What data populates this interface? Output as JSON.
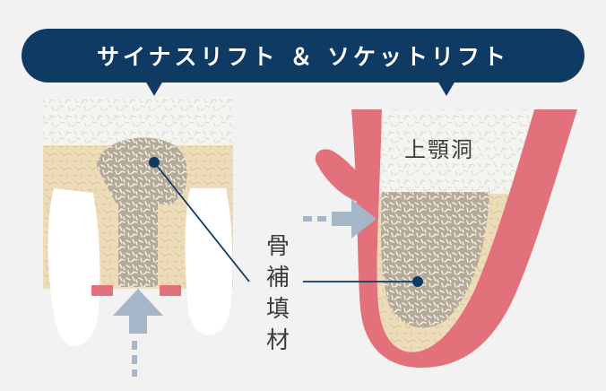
{
  "title": "サイナスリフト ＆ ソケットリフト",
  "sinus_label": "上顎洞",
  "graft_label": [
    "骨",
    "補",
    "填",
    "材"
  ],
  "colors": {
    "navy": "#0f3a63",
    "bone": "#ecdcb9",
    "graft": "#b5aa98",
    "gum": "#e2717b",
    "sinus": "#f4f4f1",
    "tooth": "#ffffff",
    "arrow": "#a6b6c9",
    "background": "#f2f2f2"
  }
}
